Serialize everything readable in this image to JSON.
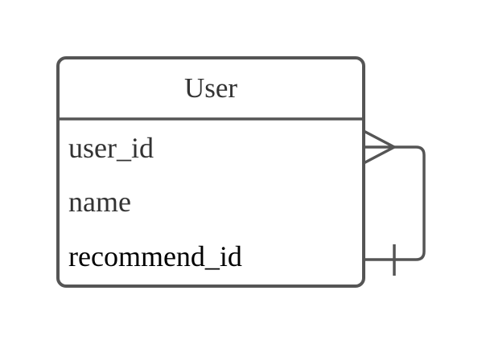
{
  "entity": {
    "title": "User",
    "fields": [
      "user_id",
      "name",
      "recommend_id"
    ]
  },
  "relationship": {
    "kind": "self-referencing",
    "many_end_icon": "crowfoot-many-icon",
    "one_end_icon": "one-tick-icon"
  },
  "colors": {
    "line": "#555555",
    "entity_fill": "#ffffff",
    "title_text": "#333333",
    "field_text": "#333333",
    "emphasis_field_text": "#000000",
    "background": "#ffffff"
  }
}
